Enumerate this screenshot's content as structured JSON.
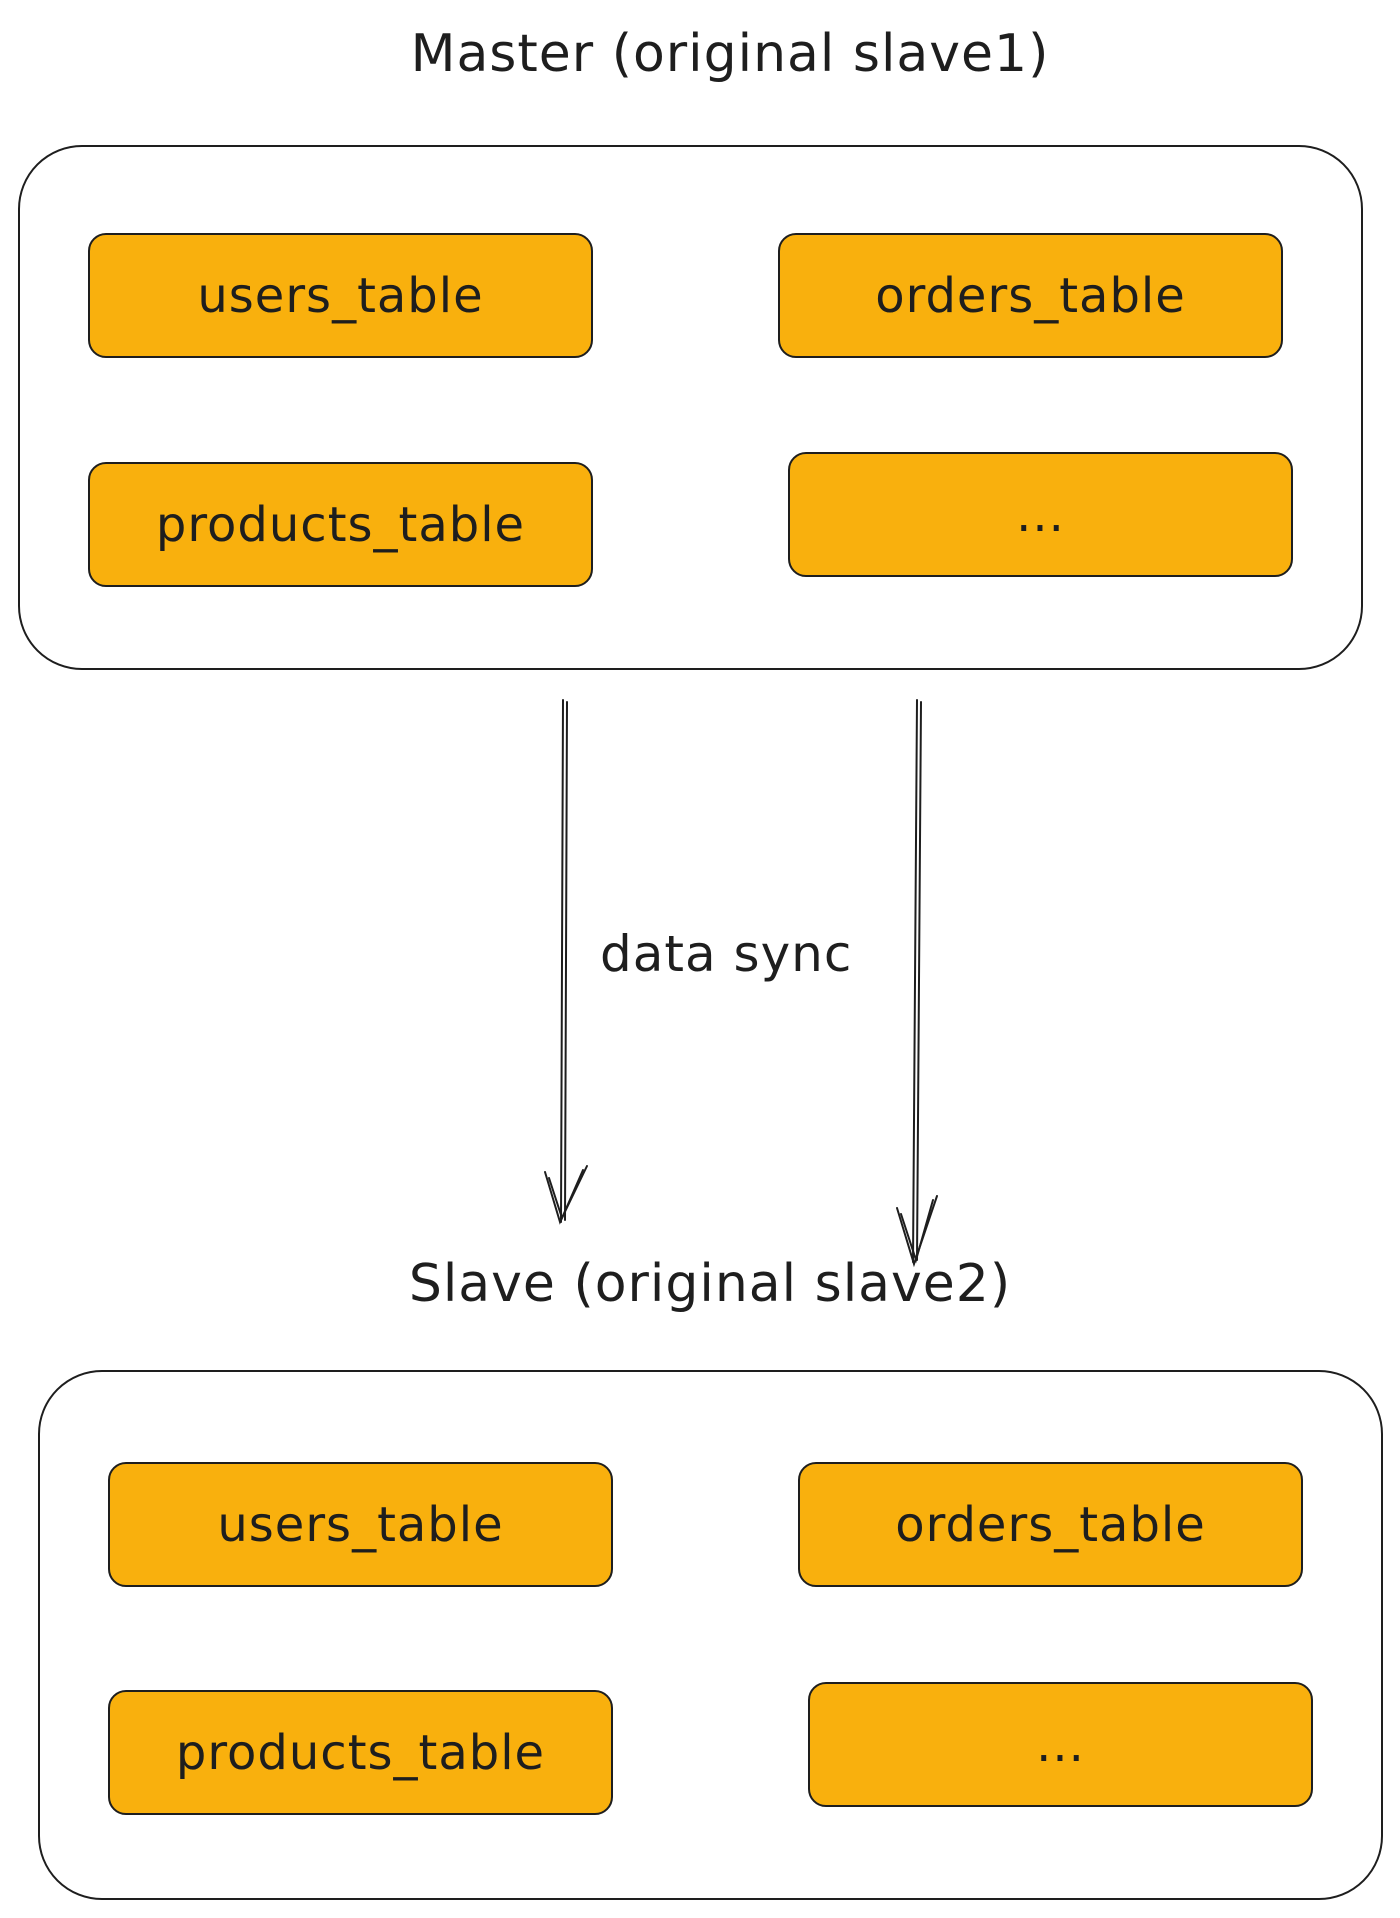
{
  "master": {
    "title": "Master (original slave1)",
    "tables": [
      "users_table",
      "orders_table",
      "products_table",
      "..."
    ]
  },
  "slave": {
    "title": "Slave (original slave2)",
    "tables": [
      "users_table",
      "orders_table",
      "products_table",
      "..."
    ]
  },
  "sync": {
    "label": "data sync"
  },
  "colors": {
    "table_fill": "#f9b00d",
    "stroke": "#1e1e1e",
    "background": "#ffffff"
  }
}
